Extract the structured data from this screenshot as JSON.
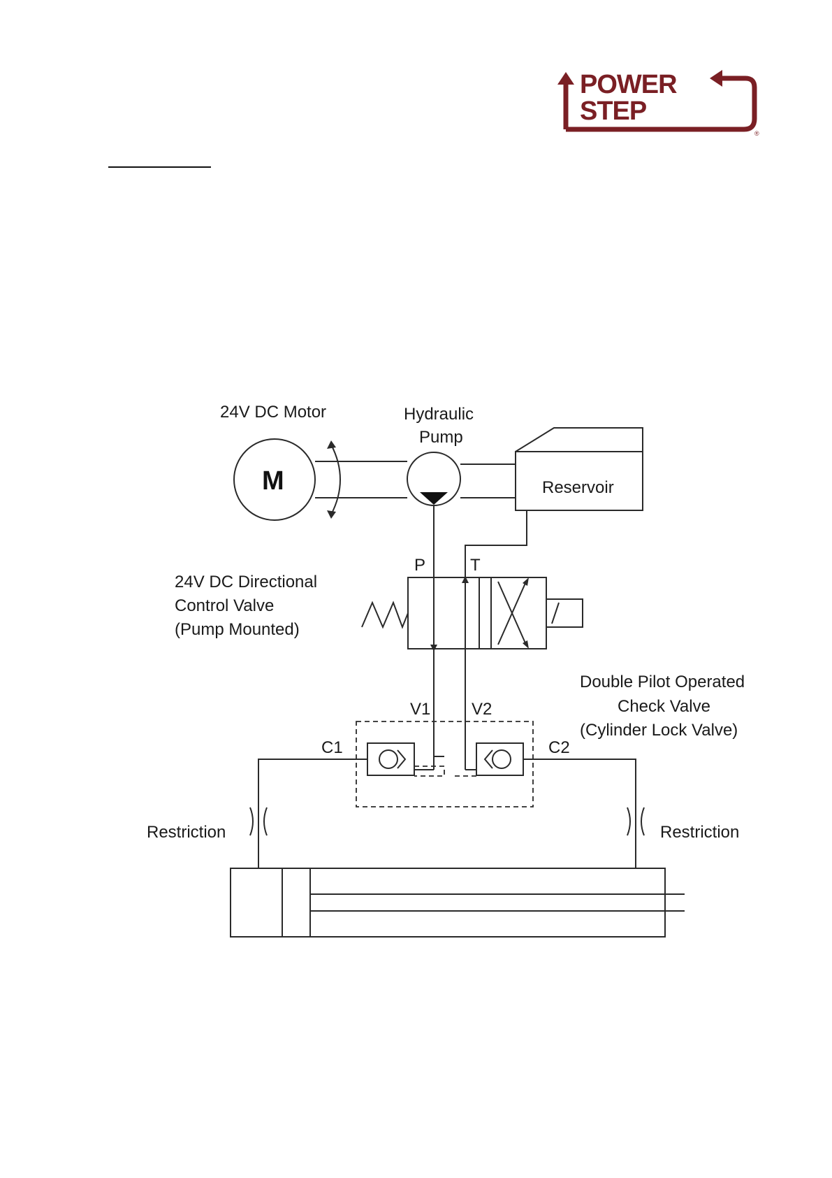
{
  "logo": {
    "line1": "POWER",
    "line2": "STEP",
    "registered": "®",
    "color": "#7a1f24"
  },
  "diagram": {
    "motor_label": "24V DC Motor",
    "motor_symbol": "M",
    "pump_label_line1": "Hydraulic",
    "pump_label_line2": "Pump",
    "reservoir_label": "Reservoir",
    "valve_label_line1": "24V DC Directional",
    "valve_label_line2": "Control Valve",
    "valve_label_line3": "(Pump Mounted)",
    "port_p": "P",
    "port_t": "T",
    "check_valve_line1": "Double Pilot Operated",
    "check_valve_line2": "Check Valve",
    "check_valve_line3": "(Cylinder Lock Valve)",
    "port_v1": "V1",
    "port_v2": "V2",
    "port_c1": "C1",
    "port_c2": "C2",
    "restriction_left": "Restriction",
    "restriction_right": "Restriction"
  }
}
